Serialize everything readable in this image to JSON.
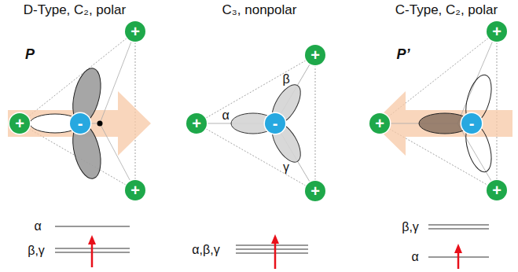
{
  "diagram": {
    "nodes": [
      {
        "text": [
          "+"
        ]
      },
      {
        "text": [
          "+"
        ]
      },
      {
        "text": [
          "-"
        ]
      },
      {
        "text": [
          "+"
        ]
      },
      {
        "text": [
          "+"
        ]
      },
      {
        "text": [
          "+"
        ]
      },
      {
        "text": [
          "-"
        ]
      },
      {
        "text": [
          "+"
        ]
      },
      {
        "text": [
          "+"
        ]
      },
      {
        "text": [
          "+"
        ]
      },
      {
        "text": [
          "-"
        ]
      },
      {
        "text": [
          "+"
        ]
      }
    ],
    "edges": [
      {
        "from": 0,
        "to": 1,
        "arrow": "none"
      },
      {
        "from": 1,
        "to": 3,
        "arrow": "none"
      },
      {
        "from": 3,
        "to": 0,
        "arrow": "none"
      },
      {
        "from": 4,
        "to": 5,
        "arrow": "none"
      },
      {
        "from": 5,
        "to": 7,
        "arrow": "none"
      },
      {
        "from": 7,
        "to": 4,
        "arrow": "none"
      },
      {
        "from": 6,
        "to": 4,
        "arrow": "none"
      },
      {
        "from": 6,
        "to": 5,
        "arrow": "none"
      },
      {
        "from": 6,
        "to": 7,
        "arrow": "none"
      },
      {
        "from": 8,
        "to": 9,
        "arrow": "none"
      },
      {
        "from": 9,
        "to": 11,
        "arrow": "none"
      },
      {
        "from": 11,
        "to": 8,
        "arrow": "none"
      }
    ],
    "labels": [
      "D-Type, C₂, polar",
      "C₃, nonpolar",
      "C-Type, C₂, polar",
      "P",
      "P’",
      "α",
      "β",
      "γ",
      "α",
      "β,γ",
      "α,β,γ",
      "β,γ",
      "α"
    ]
  }
}
